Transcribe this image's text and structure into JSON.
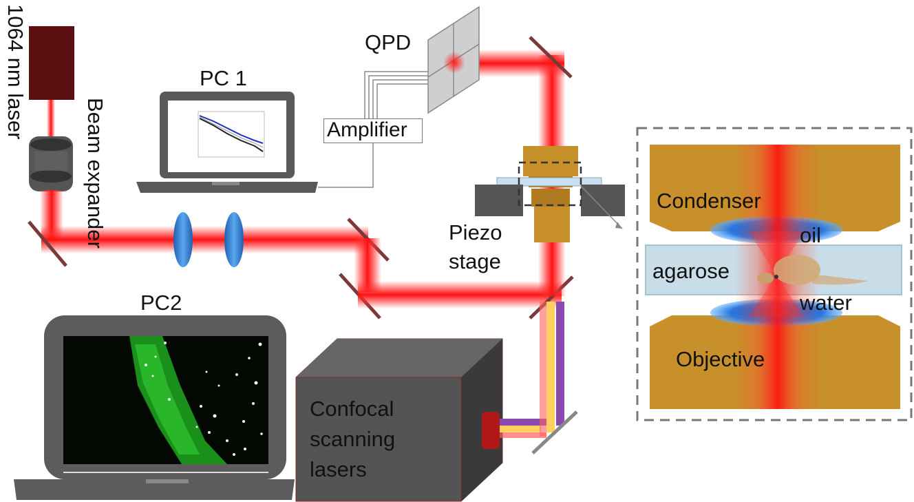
{
  "labels": {
    "laser": "1064 nm laser",
    "beam_expander": "Beam expander",
    "pc1": "PC 1",
    "qpd": "QPD",
    "amplifier": "Amplifier",
    "piezo_line1": "Piezo",
    "piezo_line2": "stage",
    "pc2": "PC2",
    "confocal_line1": "Confocal",
    "confocal_line2": "scanning",
    "confocal_line3": "lasers",
    "inset_condenser": "Condenser",
    "inset_oil": "oil",
    "inset_agarose": "agarose",
    "inset_water": "water",
    "inset_objective": "Objective"
  },
  "colors": {
    "laser_body": "#5a0f10",
    "beam": "#ff1f1f",
    "objective_gold": "#c8902a",
    "laptop_gray": "#5c5c5c",
    "mirror": "#7a3a3a",
    "lens_blue": "#2f7fd0",
    "confocal_purple": "#8a4ab0",
    "confocal_yellow": "#ffd060",
    "fluorescence_green": "#28c828"
  },
  "icons": [
    "laser-icon",
    "beam-expander-icon",
    "laptop-icon",
    "qpd-icon",
    "mirror-icon",
    "lens-icon",
    "objective-icon",
    "condenser-icon",
    "piezo-stage-icon",
    "confocal-box-icon",
    "zebrafish-icon"
  ]
}
